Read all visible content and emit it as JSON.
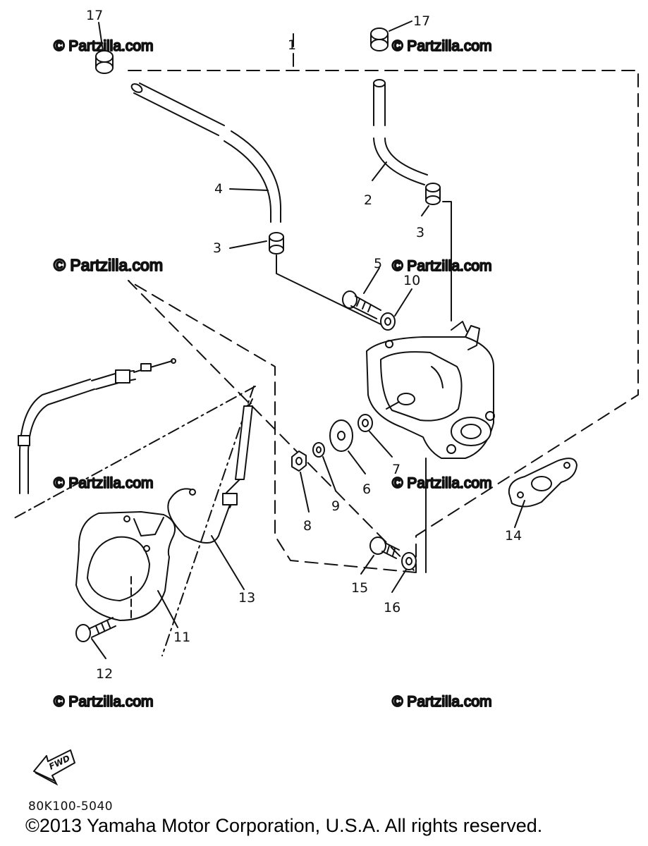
{
  "callouts": {
    "c1": "1",
    "c2": "2",
    "c3a": "3",
    "c3b": "3",
    "c4": "4",
    "c5": "5",
    "c6": "6",
    "c7": "7",
    "c8": "8",
    "c9": "9",
    "c10": "10",
    "c11": "11",
    "c12": "12",
    "c13": "13",
    "c14": "14",
    "c15": "15",
    "c16": "16",
    "c17a": "17",
    "c17b": "17"
  },
  "watermarks": {
    "w1": "© Partzilla.com",
    "w2": "© Partzilla.com",
    "w3": "© Partzilla.com",
    "w4": "© Partzilla.com",
    "w5": "© Partzilla.com",
    "w6": "© Partzilla.com",
    "w7": "© Partzilla.com",
    "w8": "© Partzilla.com"
  },
  "fwd_label": "FWD",
  "diagram_code": "80K100-5040",
  "copyright": "©2013 Yamaha Motor Corporation, U.S.A. All rights reserved."
}
